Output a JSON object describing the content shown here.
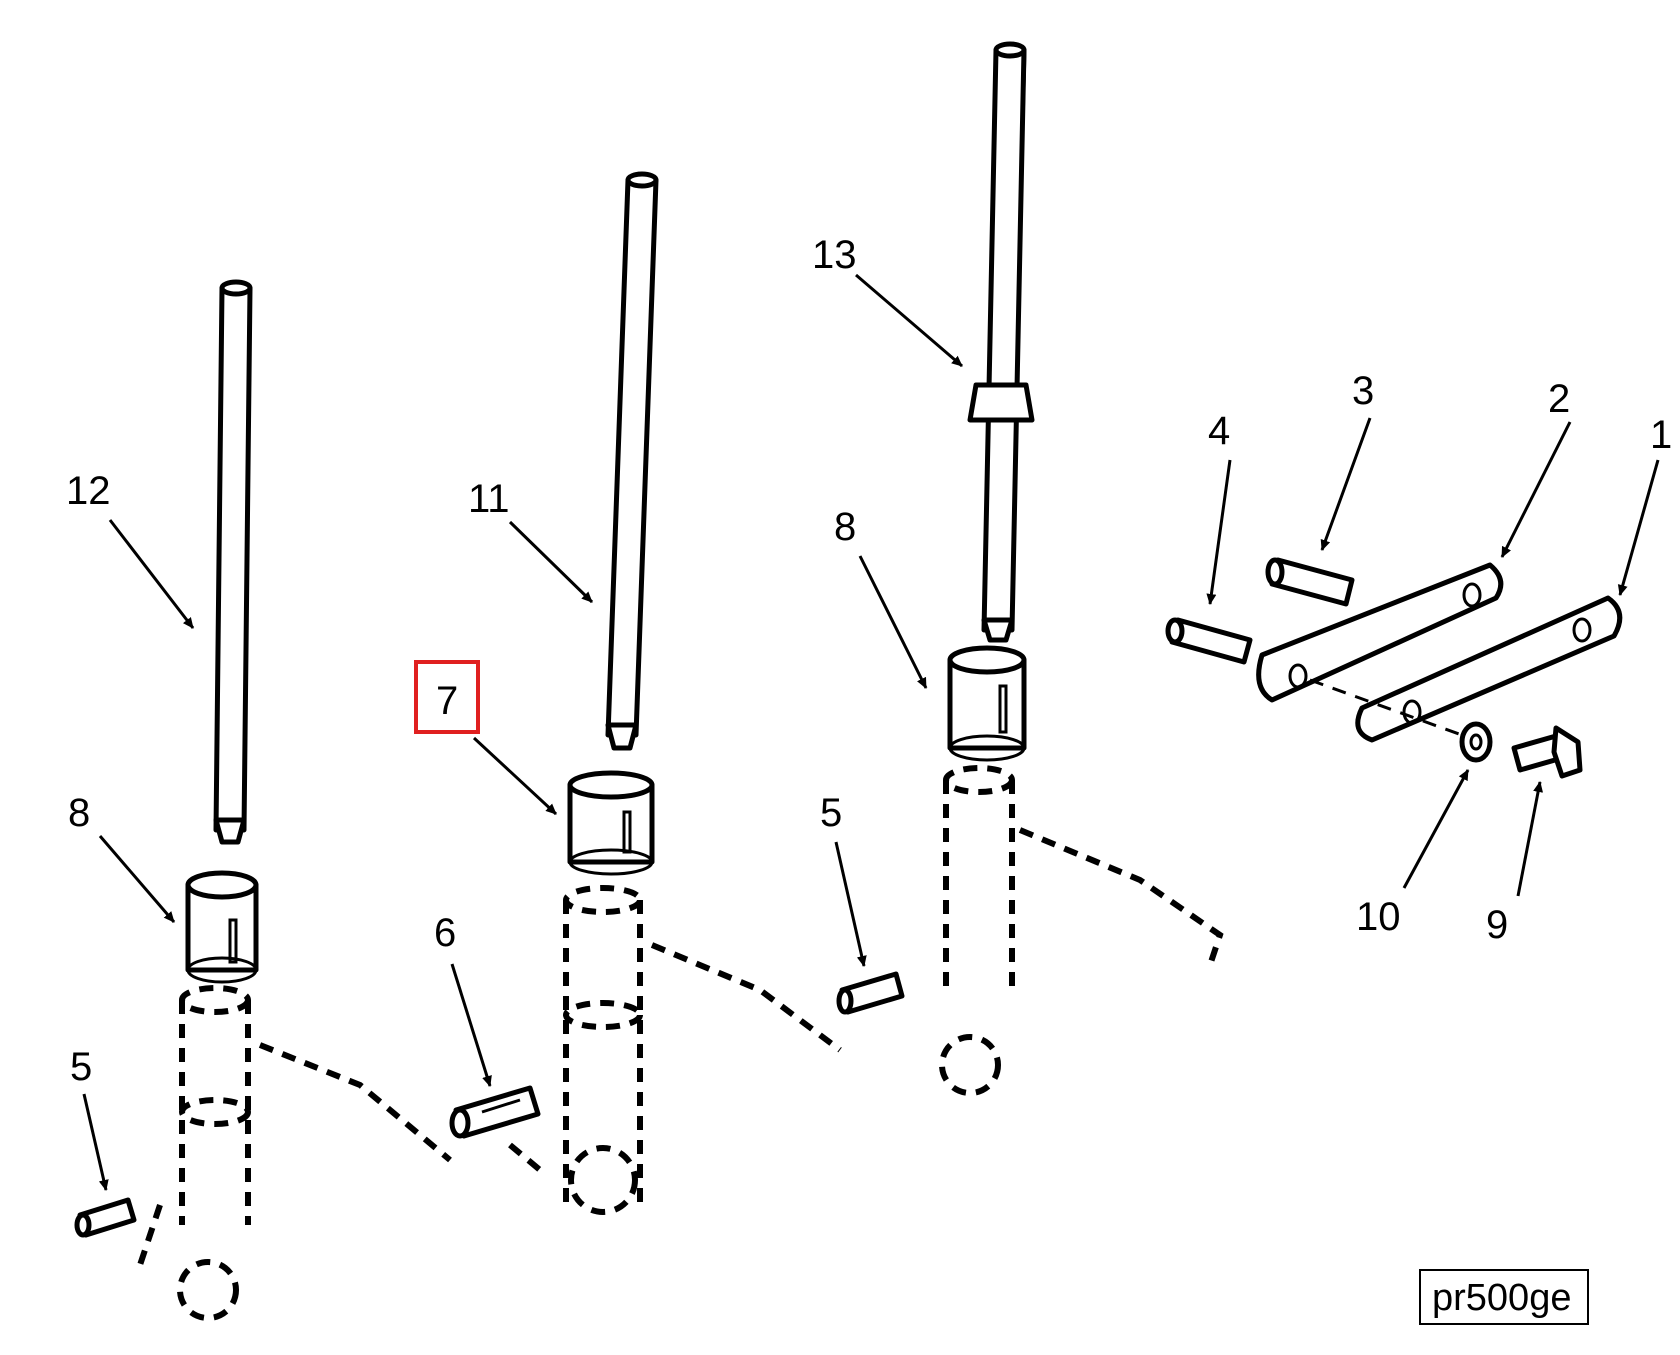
{
  "callouts": [
    {
      "id": "label-1",
      "text": "1"
    },
    {
      "id": "label-2",
      "text": "2"
    },
    {
      "id": "label-3",
      "text": "3"
    },
    {
      "id": "label-4",
      "text": "4"
    },
    {
      "id": "label-5a",
      "text": "5"
    },
    {
      "id": "label-5b",
      "text": "5"
    },
    {
      "id": "label-6",
      "text": "6"
    },
    {
      "id": "label-7",
      "text": "7"
    },
    {
      "id": "label-8a",
      "text": "8"
    },
    {
      "id": "label-8b",
      "text": "8"
    },
    {
      "id": "label-9",
      "text": "9"
    },
    {
      "id": "label-10",
      "text": "10"
    },
    {
      "id": "label-11",
      "text": "11"
    },
    {
      "id": "label-12",
      "text": "12"
    },
    {
      "id": "label-13",
      "text": "13"
    }
  ],
  "highlight": {
    "label": "7",
    "color": "#e02020"
  },
  "figure_ref": "pr500ge"
}
